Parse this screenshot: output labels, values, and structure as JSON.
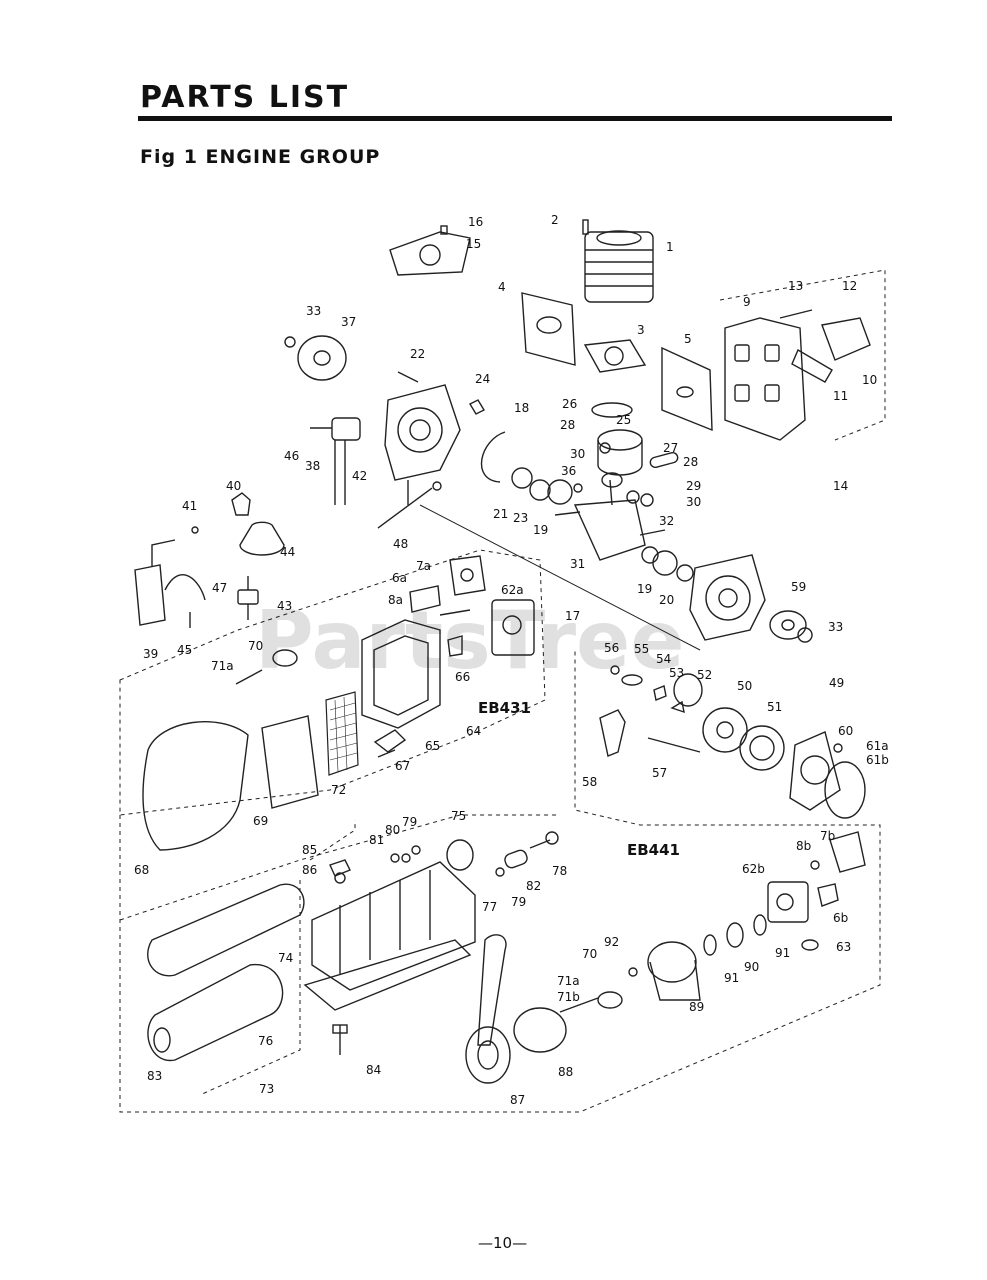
{
  "header": {
    "title": "PARTS LIST",
    "subtitle": "Fig 1 ENGINE GROUP"
  },
  "watermark": "PartsTree",
  "groups": [
    "EB431",
    "EB441"
  ],
  "part_labels": [
    "16",
    "15",
    "2",
    "1",
    "4",
    "3",
    "5",
    "9",
    "13",
    "12",
    "10",
    "11",
    "14",
    "33",
    "37",
    "22",
    "24",
    "18",
    "26",
    "25",
    "28",
    "30",
    "27",
    "28",
    "36",
    "29",
    "30",
    "46",
    "38",
    "42",
    "21",
    "23",
    "19",
    "32",
    "31",
    "19",
    "20",
    "59",
    "33",
    "41",
    "40",
    "44",
    "48",
    "47",
    "43",
    "39",
    "45",
    "6a",
    "8a",
    "7a",
    "62a",
    "17",
    "71a",
    "70",
    "66",
    "EB431",
    "64",
    "65",
    "67",
    "56",
    "55",
    "54",
    "53",
    "52",
    "50",
    "51",
    "49",
    "60",
    "61a",
    "61b",
    "58",
    "57",
    "72",
    "69",
    "68",
    "75",
    "85",
    "86",
    "81",
    "80",
    "79",
    "82",
    "78",
    "79",
    "77",
    "8b",
    "7b",
    "62b",
    "6b",
    "63",
    "91",
    "90",
    "92",
    "91",
    "89",
    "71a",
    "71b",
    "70",
    "74",
    "76",
    "83",
    "73",
    "84",
    "88",
    "87"
  ],
  "page_number": "—10—"
}
